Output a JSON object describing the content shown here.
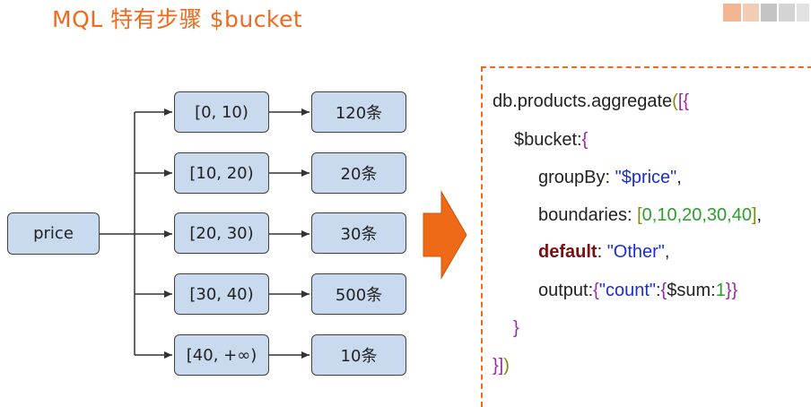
{
  "title": "MQL 特有步骤 $bucket",
  "flow": {
    "root": "price",
    "buckets": [
      {
        "range": "[0, 10)",
        "count": "120条"
      },
      {
        "range": "[10, 20)",
        "count": "20条"
      },
      {
        "range": "[20, 30)",
        "count": "30条"
      },
      {
        "range": "[30, 40)",
        "count": "500条"
      },
      {
        "range": "[40, +∞)",
        "count": "10条"
      }
    ]
  },
  "code": {
    "l1_a": "db.products.aggregate",
    "l1_b": "(",
    "l1_c": "[{",
    "l2_a": "$bucket:",
    "l2_b": "{",
    "l3_a": "groupBy: ",
    "l3_b": "\"$price\"",
    "l3_c": ",",
    "l4_a": "boundaries: ",
    "l4_b": "[",
    "l4_c": "0,10,20,30,40",
    "l4_d": "]",
    "l4_e": ",",
    "l5_a": "default",
    "l5_b": ": ",
    "l5_c": "\"Other\"",
    "l5_d": ",",
    "l6_a": "output:",
    "l6_b": "{",
    "l6_c": "\"count\"",
    "l6_d": ":",
    "l6_e": "{",
    "l6_f": "$sum:",
    "l6_g": "1",
    "l6_h": "}}",
    "l7": "}",
    "l8_a": "}]",
    "l8_b": ")"
  },
  "colors": {
    "accent": "#ee6a1e",
    "node_fill": "#c9d9ee",
    "string": "#1b2fcf",
    "number": "#2e9c2e",
    "keyword": "#7b0e0e",
    "brace": "#9b2aa8"
  }
}
